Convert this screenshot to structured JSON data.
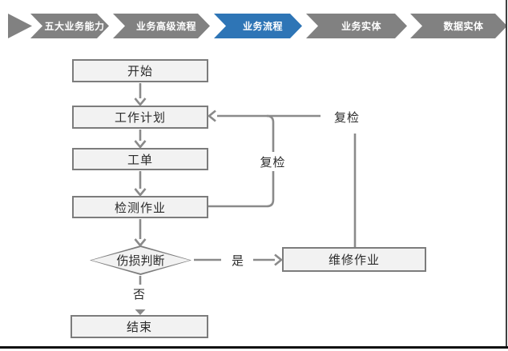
{
  "breadcrumb": {
    "items": [
      {
        "label": "五大业务能力",
        "active": false
      },
      {
        "label": "业务高级流程",
        "active": false
      },
      {
        "label": "业务流程",
        "active": true
      },
      {
        "label": "业务实体",
        "active": false
      },
      {
        "label": "数据实体",
        "active": false
      }
    ]
  },
  "flow": {
    "nodes": {
      "start": {
        "label": "开始",
        "shape": "rect"
      },
      "plan": {
        "label": "工作计划",
        "shape": "rect"
      },
      "order": {
        "label": "工单",
        "shape": "rect"
      },
      "inspect": {
        "label": "检测作业",
        "shape": "rect"
      },
      "decision": {
        "label": "伤损判断",
        "shape": "diamond"
      },
      "repair": {
        "label": "维修作业",
        "shape": "rect"
      },
      "end": {
        "label": "结束",
        "shape": "rect"
      }
    },
    "edge_labels": {
      "recheck_right": "复检",
      "recheck_left": "复检",
      "yes": "是",
      "no": "否"
    }
  },
  "colors": {
    "accent_blue": "#2E75B6",
    "band_gray": "#818181",
    "line_gray": "#8A8A8A",
    "node_fill": "#F2F2F2",
    "node_border": "#7C7C7C"
  }
}
